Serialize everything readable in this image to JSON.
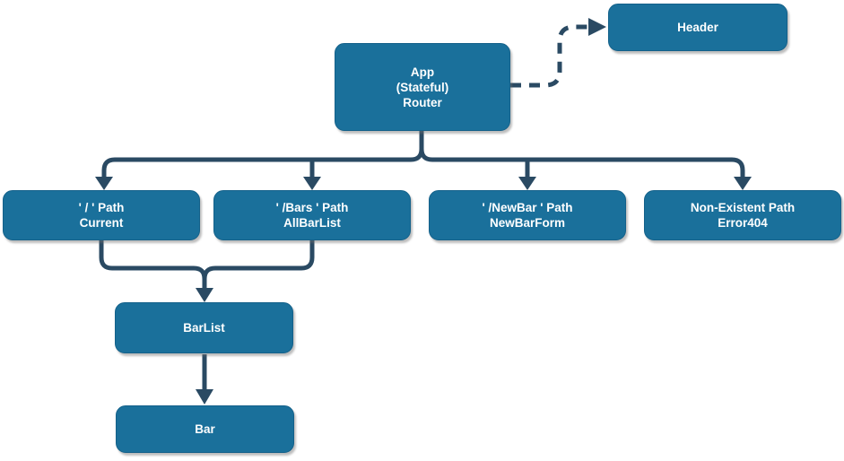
{
  "theme": {
    "node_fill": "#1A709B",
    "node_border": "#14618A",
    "connector": "#2A4A63",
    "text": "#FFFFFF",
    "background": "#FFFFFF"
  },
  "nodes": [
    {
      "id": "app",
      "lines": [
        "App",
        "(Stateful)",
        "Router"
      ]
    },
    {
      "id": "header",
      "lines": [
        "Header"
      ]
    },
    {
      "id": "path-root",
      "lines": [
        "' / ' Path",
        "Current"
      ]
    },
    {
      "id": "path-bars",
      "lines": [
        "' /Bars ' Path",
        "AllBarList"
      ]
    },
    {
      "id": "path-newbar",
      "lines": [
        "' /NewBar ' Path",
        "NewBarForm"
      ]
    },
    {
      "id": "path-404",
      "lines": [
        "Non-Existent Path",
        "Error404"
      ]
    },
    {
      "id": "barlist",
      "lines": [
        "BarList"
      ]
    },
    {
      "id": "bar",
      "lines": [
        "Bar"
      ]
    }
  ],
  "edges": [
    {
      "from": "app",
      "to": "header",
      "style": "dashed"
    },
    {
      "from": "app",
      "to": "path-root",
      "style": "solid"
    },
    {
      "from": "app",
      "to": "path-bars",
      "style": "solid"
    },
    {
      "from": "app",
      "to": "path-newbar",
      "style": "solid"
    },
    {
      "from": "app",
      "to": "path-404",
      "style": "solid"
    },
    {
      "from": "path-root",
      "to": "barlist",
      "style": "solid"
    },
    {
      "from": "path-bars",
      "to": "barlist",
      "style": "solid"
    },
    {
      "from": "barlist",
      "to": "bar",
      "style": "solid"
    }
  ]
}
